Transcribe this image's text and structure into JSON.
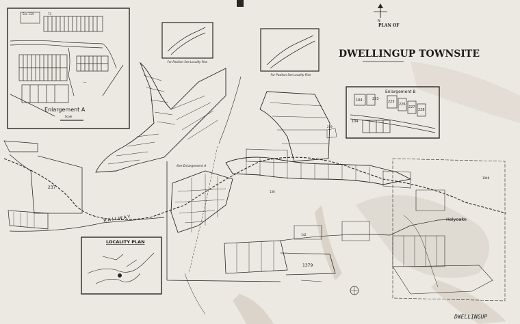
{
  "map": {
    "title_small": "PLAN OF",
    "title_main": "DWELLINGUP TOWNSITE",
    "handwritten_label": "DWELLINGUP",
    "north_letter": "N",
    "localities": [
      "Holyoake"
    ],
    "features": [
      "RAILWAY"
    ],
    "insets": [
      {
        "label": "Enlargement A",
        "note": "Scale",
        "lots": [
          "Sec 134",
          "73"
        ]
      },
      {
        "label": "Enlargement B",
        "lots": [
          "104",
          "223",
          "225",
          "226",
          "227",
          "228"
        ]
      },
      {
        "label": "LOCALITY PLAN"
      },
      {
        "label": "For Position See Locality Plan"
      },
      {
        "label": "For Position See Locality Plan"
      }
    ],
    "see_enlargement": "See Enlargement A",
    "lot_numbers": [
      "237",
      "1379",
      "142",
      "1048",
      "219",
      "130"
    ],
    "colors": {
      "paper": "#ece9e3",
      "ink": "#2a2622",
      "stain": "#c9bfb2"
    }
  }
}
